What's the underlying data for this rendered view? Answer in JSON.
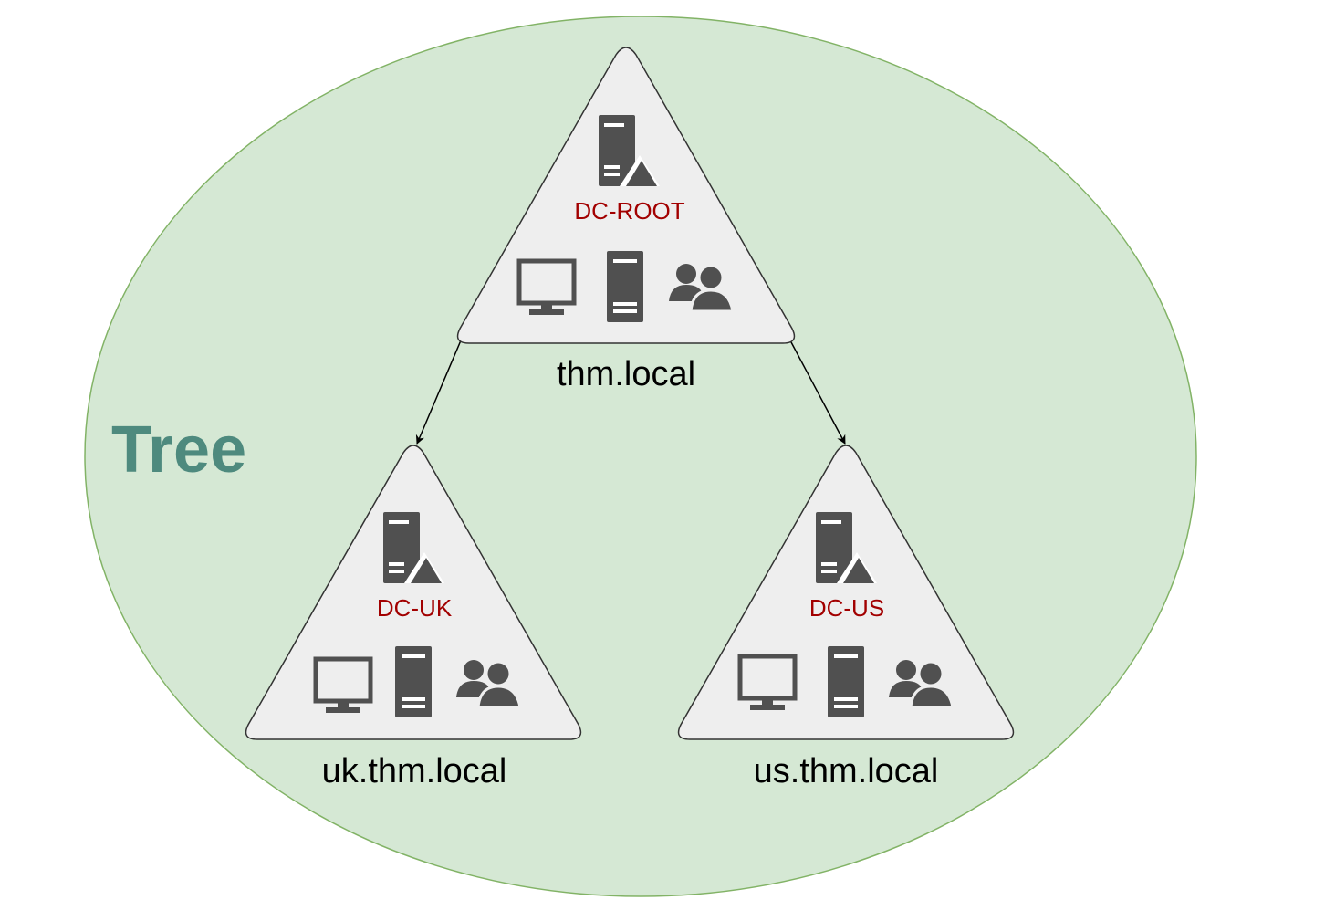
{
  "title": "Tree",
  "colors": {
    "ellipse_fill": "#d5e8d4",
    "ellipse_stroke": "#82b366",
    "title": "#4e8a7e",
    "triangle_fill": "#eeeeee",
    "triangle_stroke": "#333333",
    "dc_label": "#a20000",
    "icon": "#505050",
    "arrow": "#000000"
  },
  "root": {
    "dc": "DC-ROOT",
    "domain": "thm.local",
    "icons": [
      "server-with-triangle-icon",
      "monitor-icon",
      "server-icon",
      "users-icon"
    ]
  },
  "children": [
    {
      "dc": "DC-UK",
      "domain": "uk.thm.local",
      "icons": [
        "server-with-triangle-icon",
        "monitor-icon",
        "server-icon",
        "users-icon"
      ]
    },
    {
      "dc": "DC-US",
      "domain": "us.thm.local",
      "icons": [
        "server-with-triangle-icon",
        "monitor-icon",
        "server-icon",
        "users-icon"
      ]
    }
  ]
}
